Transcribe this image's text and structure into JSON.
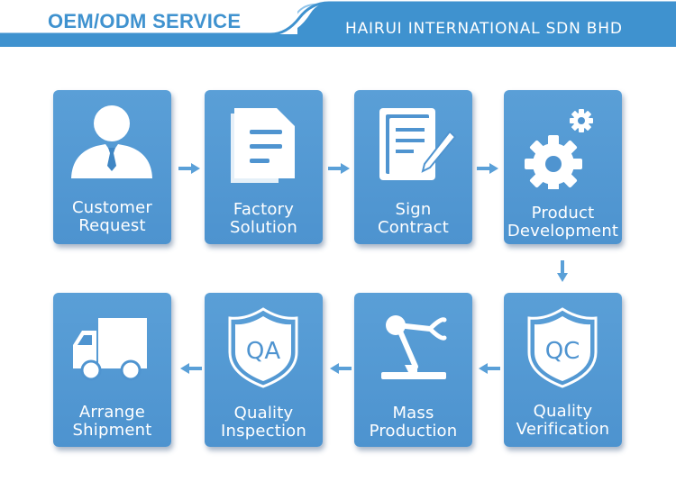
{
  "header": {
    "title": "OEM/ODM SERVICE",
    "company": "HAIRUI INTERNATIONAL SDN BHD"
  },
  "colors": {
    "card": "#4f94d0",
    "accent": "#3f92cf",
    "arrow": "#5aa0d8"
  },
  "steps": [
    {
      "icon": "customer-icon",
      "line1": "Customer",
      "line2": "Request"
    },
    {
      "icon": "document-icon",
      "line1": "Factory",
      "line2": "Solution"
    },
    {
      "icon": "contract-icon",
      "line1": "Sign",
      "line2": "Contract"
    },
    {
      "icon": "gears-icon",
      "line1": "Product",
      "line2": "Development"
    },
    {
      "icon": "qc-badge-icon",
      "line1": "Quality",
      "line2": "Verification"
    },
    {
      "icon": "robot-arm-icon",
      "line1": "Mass",
      "line2": "Production"
    },
    {
      "icon": "qa-badge-icon",
      "line1": "Quality",
      "line2": "Inspection"
    },
    {
      "icon": "truck-icon",
      "line1": "Arrange",
      "line2": "Shipment"
    }
  ]
}
